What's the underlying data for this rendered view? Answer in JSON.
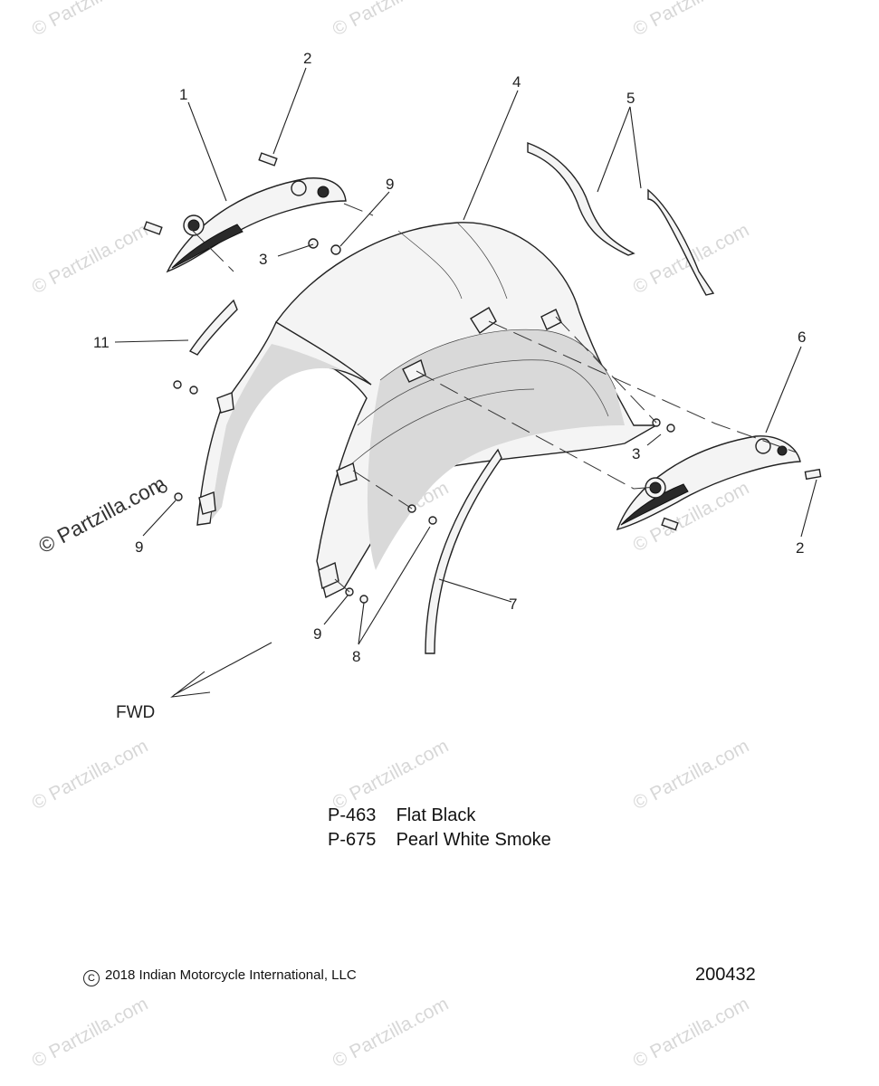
{
  "watermark": {
    "text": "© Partzilla.com",
    "prominent_text": "© Partzilla.com"
  },
  "callouts": [
    "1",
    "2",
    "2",
    "3",
    "3",
    "4",
    "5",
    "6",
    "7",
    "8",
    "9",
    "9",
    "9",
    "11"
  ],
  "direction_label": "FWD",
  "paint_codes": [
    {
      "code": "P-463",
      "name": "Flat Black"
    },
    {
      "code": "P-675",
      "name": "Pearl White Smoke"
    }
  ],
  "copyright": {
    "symbol": "C",
    "text": "2018 Indian Motorcycle International, LLC"
  },
  "diagram_id": "200432"
}
